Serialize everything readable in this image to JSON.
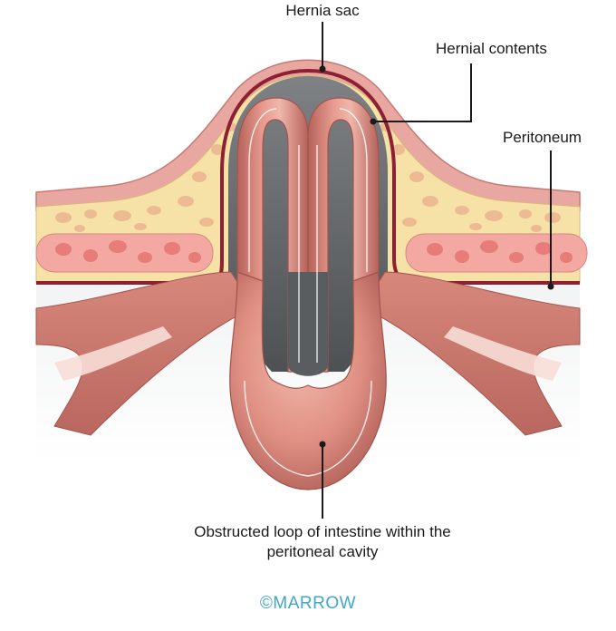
{
  "labels": {
    "hernia_sac": "Hernia sac",
    "hernial_contents": "Hernial contents",
    "peritoneum": "Peritoneum",
    "obstructed_loop": "Obstructed loop of intestine within the peritoneal cavity"
  },
  "copyright": "©MARROW",
  "colors": {
    "skin": "#e8a7a0",
    "skin_edge": "#c77973",
    "fat": "#f6e2a6",
    "fat_blob": "#ebb58f",
    "muscle_band": "#f3a9a2",
    "muscle_blob": "#e77c79",
    "peritoneum": "#8e2034",
    "sac_cavity": "#7d7f82",
    "intestine": "#dd8c80",
    "intestine_dark": "#b5625a",
    "intestine_light": "#f0b6aa",
    "brand": "#3fa8c8"
  }
}
